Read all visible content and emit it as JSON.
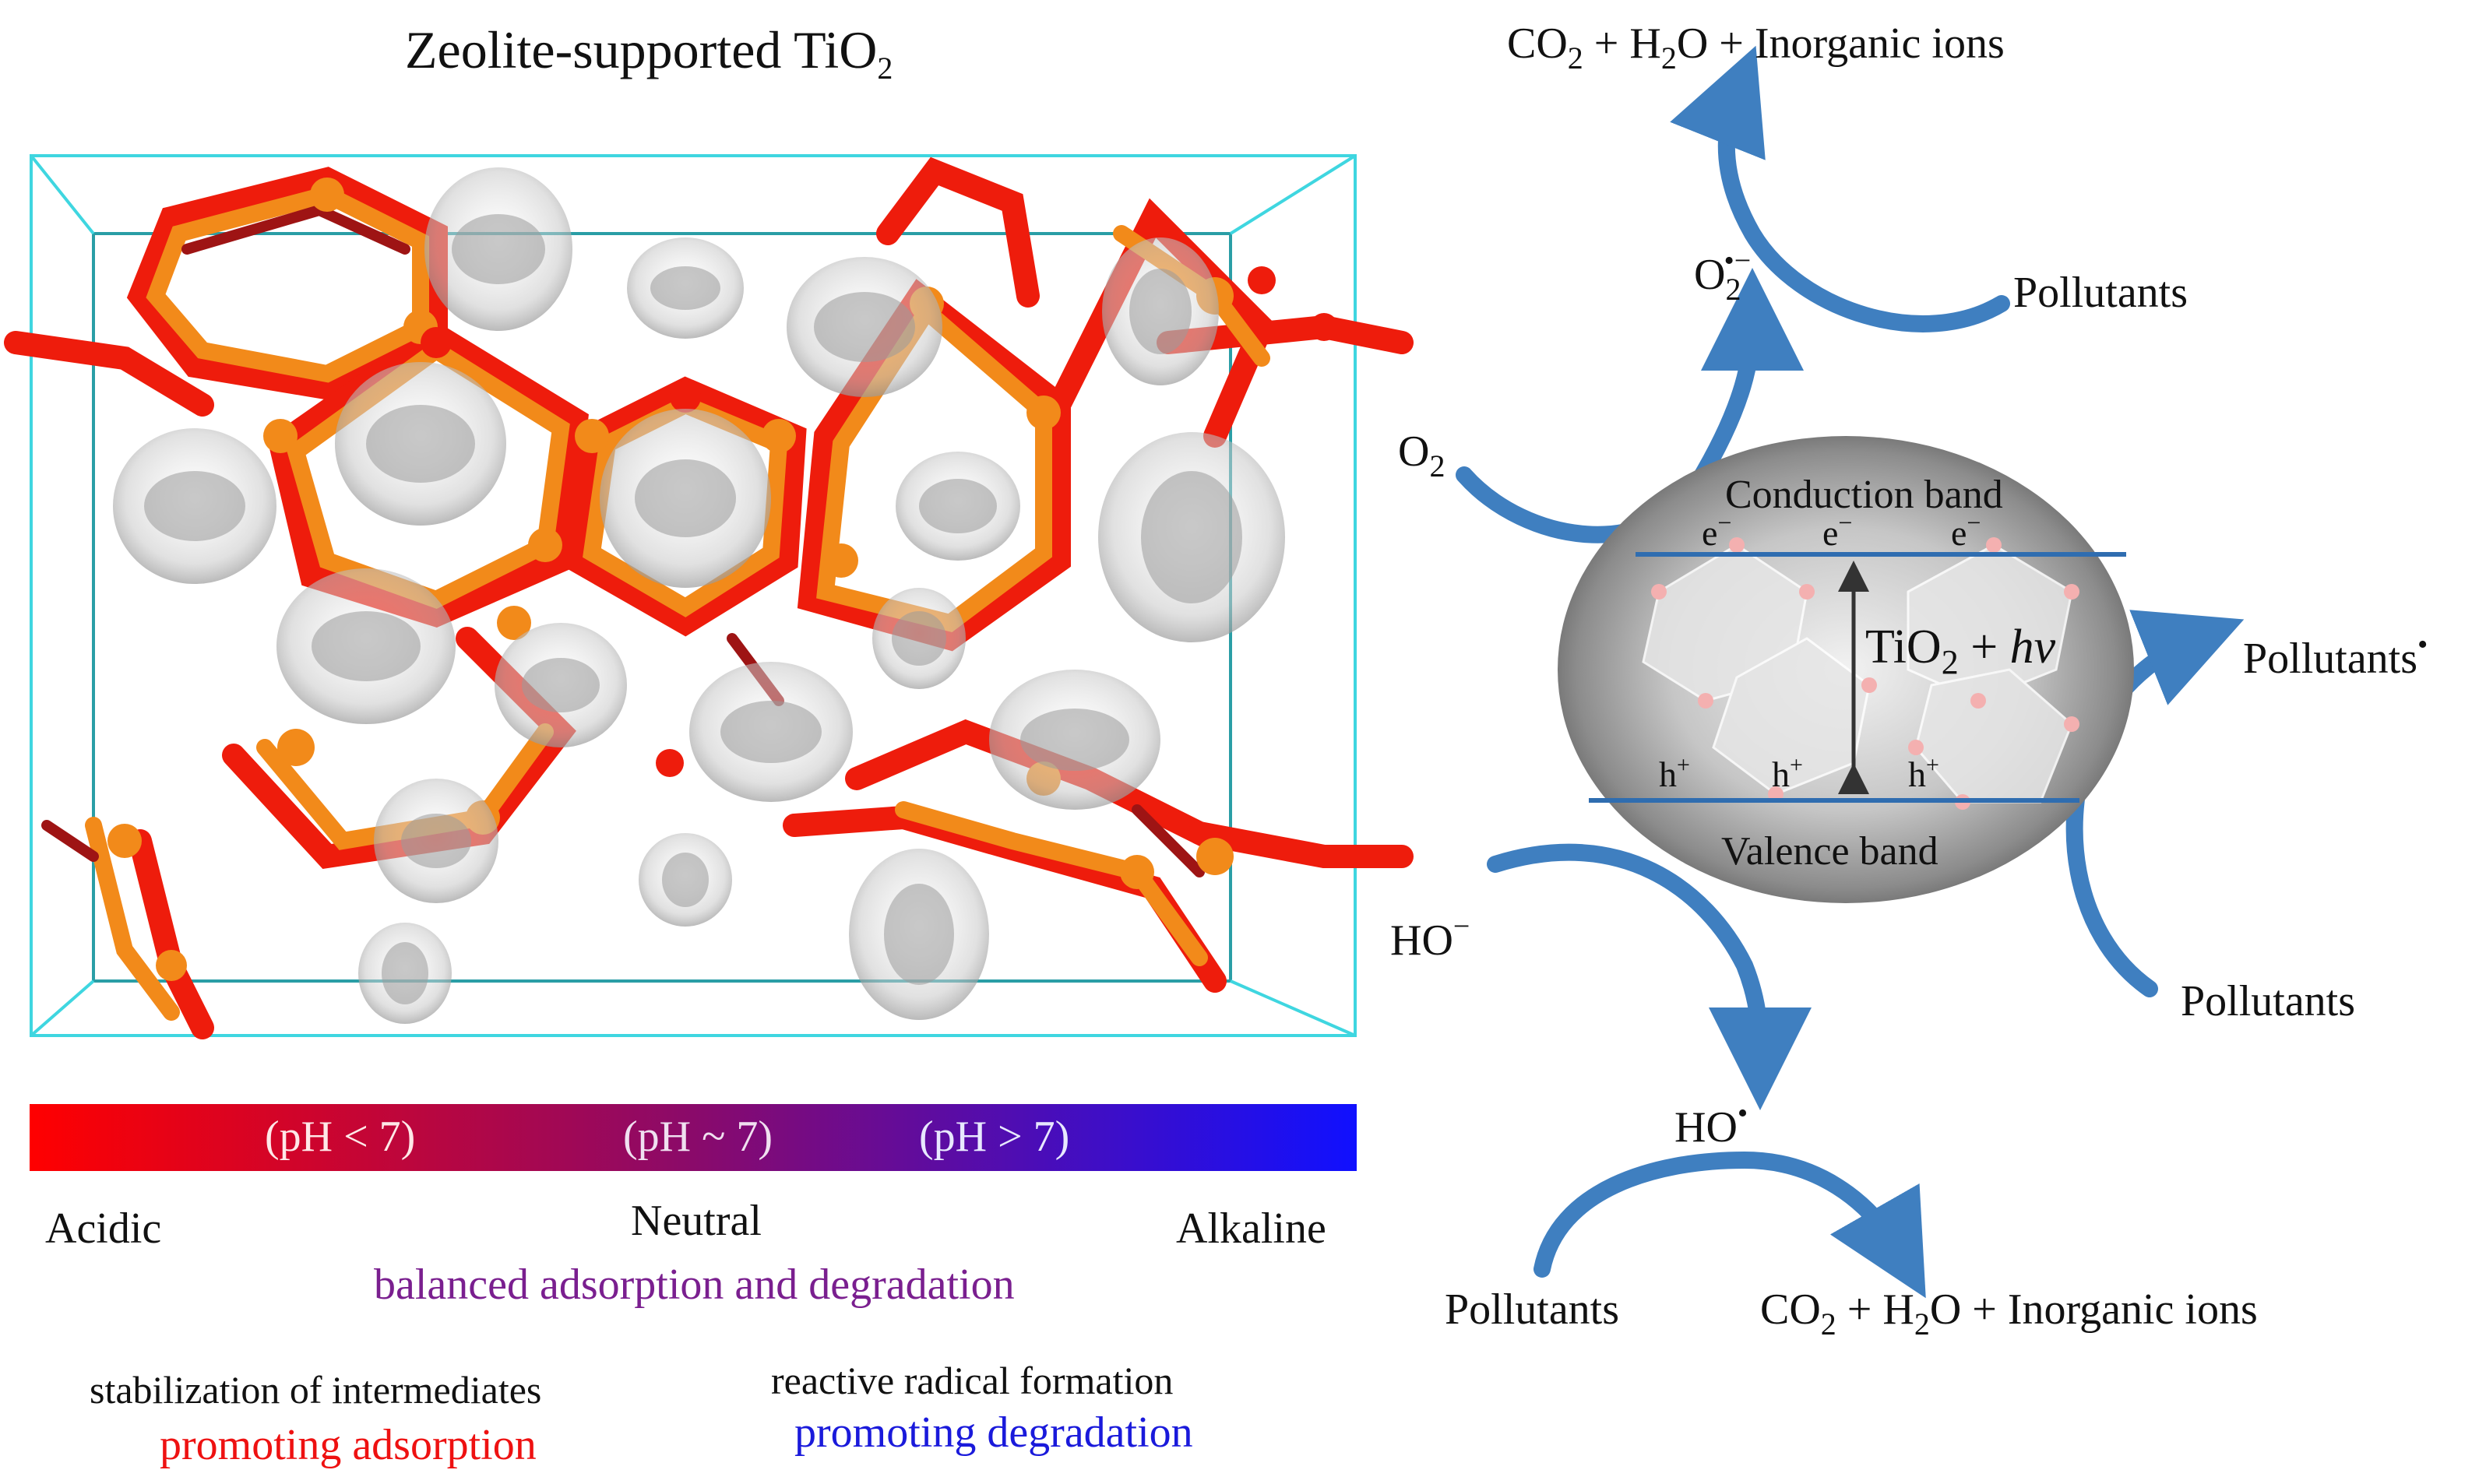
{
  "title": {
    "main": "Zeolite-supported TiO",
    "sub": "2"
  },
  "ph_bar": {
    "colors": {
      "acidic": "#ff0000",
      "neutral": "#8a0a6a",
      "alkaline": "#1010ff"
    },
    "acidic_range": "(pH < 7)",
    "neutral_range": "(pH ~ 7)",
    "alkaline_range": "(pH > 7)",
    "acidic": "Acidic",
    "neutral": "Neutral",
    "alkaline": "Alkaline"
  },
  "notes": {
    "neutral_effect": "balanced adsorption and degradation",
    "acidic_effect_1": "stabilization of intermediates",
    "acidic_effect_2": "promoting adsorption",
    "alkaline_effect_1": "reactive radical formation",
    "alkaline_effect_2": "promoting degradation",
    "colors": {
      "neutral": "#7a1f8f",
      "acidic": "#ee1111",
      "alkaline": "#1a1adb",
      "text": "#111111"
    }
  },
  "mechanism": {
    "top_products": {
      "co": "CO",
      "co_sub": "2",
      "h": " + H",
      "h_sub": "2",
      "rest": "O + Inorganic ions"
    },
    "bottom_products": {
      "co": "CO",
      "co_sub": "2",
      "h": " + H",
      "h_sub": "2",
      "rest": "O + Inorganic ions"
    },
    "o2": {
      "base": "O",
      "sub": "2"
    },
    "superoxide": {
      "base": "O",
      "sub": "2",
      "sup": "•−"
    },
    "hydroxide": {
      "base": "HO",
      "sup": "−"
    },
    "hydroxyl_radical": {
      "base": "HO",
      "sup": "•"
    },
    "pollutants_top": "Pollutants",
    "pollutants_radical": {
      "base": "Pollutants",
      "sup": "•"
    },
    "pollutants_right": "Pollutants",
    "pollutants_bottom": "Pollutants",
    "particle": {
      "conduction_band": "Conduction band",
      "valence_band": "Valence band",
      "electron": "e",
      "electron_sup": "−",
      "hole": "h",
      "hole_sup": "+",
      "center_base": "TiO",
      "center_sub": "2",
      "center_plus": " + ",
      "center_hv": "hv"
    },
    "arrow_color": "#3f7fc0",
    "band_line_color": "#2f6db0"
  }
}
